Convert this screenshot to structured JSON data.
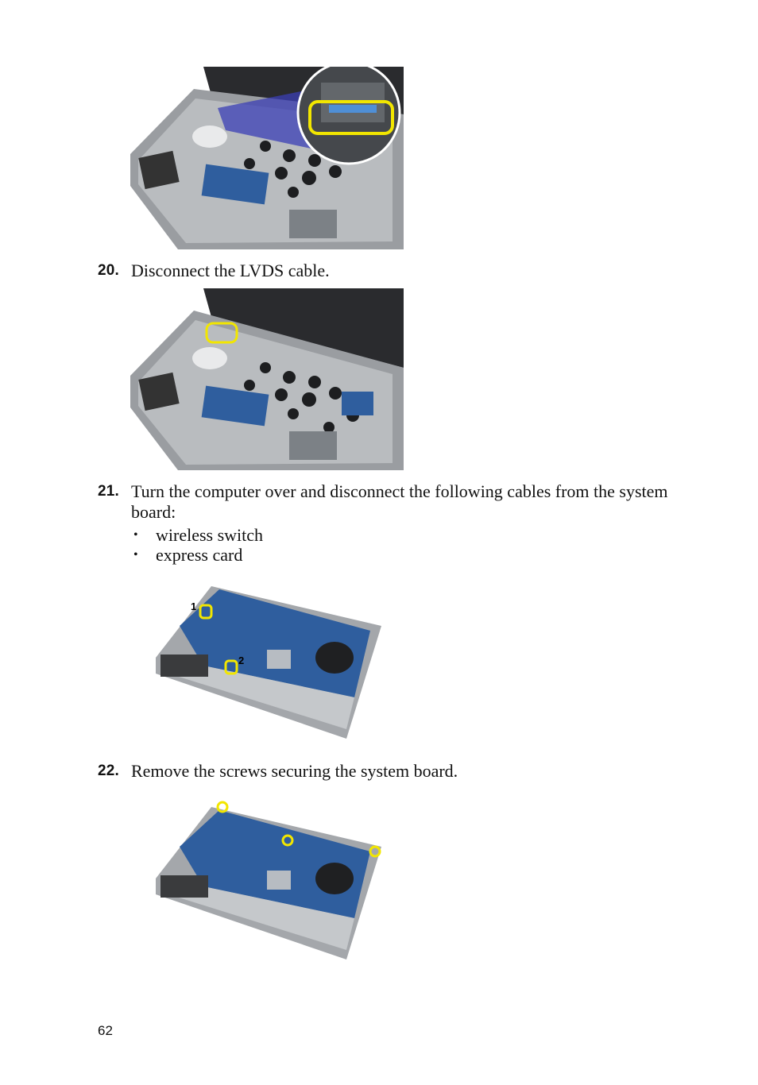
{
  "steps": [
    {
      "number": "20.",
      "text": "Disconnect the LVDS cable."
    },
    {
      "number": "21.",
      "text": "Turn the computer over and disconnect the following cables from the system board:",
      "bullets": [
        "wireless switch",
        "express card"
      ]
    },
    {
      "number": "22.",
      "text": "Remove the screws securing the system board."
    }
  ],
  "figure3_callouts": [
    "1",
    "2"
  ],
  "page_number": "62",
  "colors": {
    "highlight": "#f2e600",
    "chassis": "#8a8d90",
    "board": "#2f5e9e",
    "callout_zoom": "#3b3fb5"
  }
}
